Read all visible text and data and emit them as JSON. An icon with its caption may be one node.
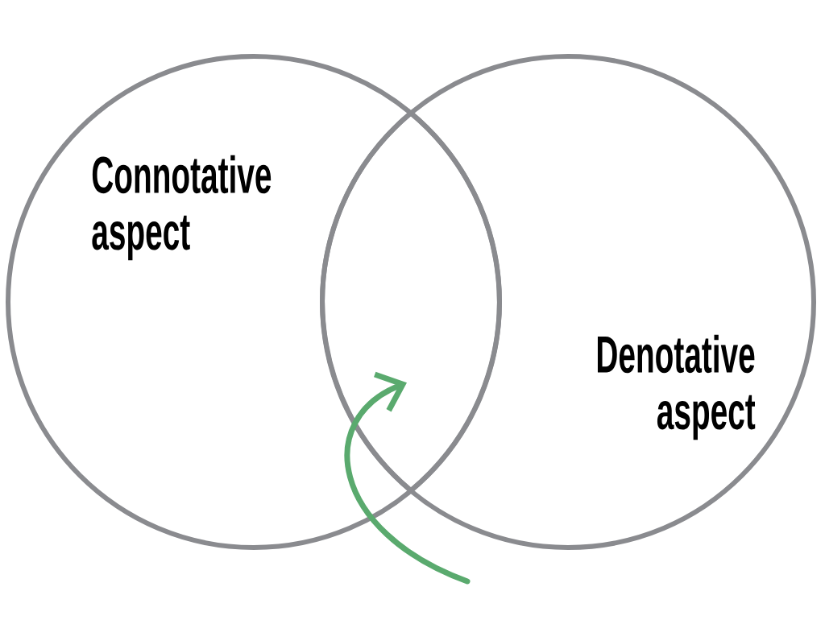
{
  "diagram": {
    "nodes": [
      {
        "text": [
          "Connotative aspect"
        ]
      },
      {
        "text": [
          "Denotative aspect"
        ]
      },
      {
        "text": [],
        "shape": "lens"
      }
    ],
    "edges": [
      {
        "from": null,
        "to": 2,
        "arrow": "to",
        "color": "#5aaa6e"
      }
    ]
  }
}
